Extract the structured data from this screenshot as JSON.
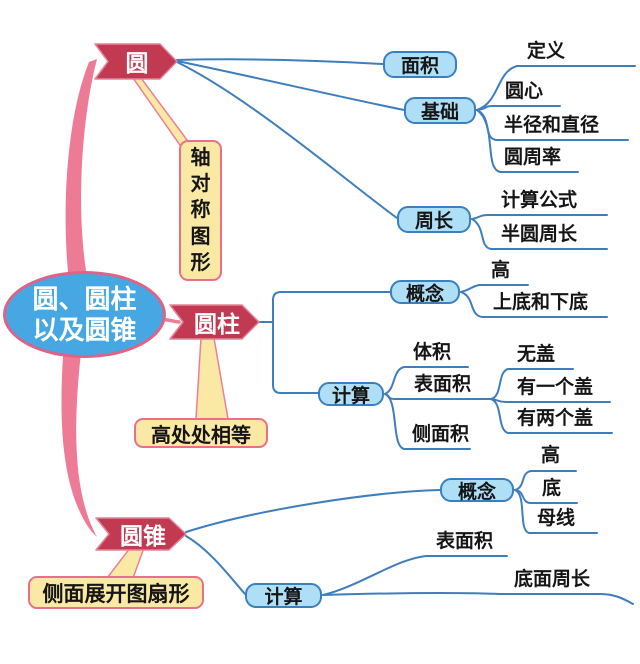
{
  "root": {
    "label": "圆、圆柱\n以及圆锥"
  },
  "circle": {
    "label": "圆",
    "note": "轴\n对\n称\n图\n形",
    "topics": {
      "area": "面积",
      "basics": "基础",
      "perimeter": "周长"
    },
    "basics_leaves": [
      "定义",
      "圆心",
      "半径和直径",
      "圆周率"
    ],
    "perimeter_leaves": [
      "计算公式",
      "半圆周长"
    ]
  },
  "cylinder": {
    "label": "圆柱",
    "note": "高处处相等",
    "topics": {
      "concept": "概念",
      "calc": "计算"
    },
    "concept_leaves": [
      "高",
      "上底和下底"
    ],
    "calc_leaves": [
      "体积",
      "表面积",
      "侧面积"
    ],
    "surface_leaves": [
      "无盖",
      "有一个盖",
      "有两个盖"
    ]
  },
  "cone": {
    "label": "圆锥",
    "note": "侧面展开图扇形",
    "topics": {
      "concept": "概念",
      "calc": "计算"
    },
    "concept_leaves": [
      "高",
      "底",
      "母线"
    ],
    "calc_leaves": [
      "表面积",
      "底面周长"
    ]
  },
  "colors": {
    "branch_fill": "#c23a52",
    "branch_stroke": "#e2849b",
    "topic_fill": "#aedff6",
    "topic_border": "#3a7fc0",
    "line_blue": "#3f7ebc",
    "line_pink": "#ee7b95",
    "note_fill": "#f9e9a4",
    "note_border": "#ec6f88",
    "root_fill": "#47a7e2",
    "root_border": "#df6287"
  }
}
